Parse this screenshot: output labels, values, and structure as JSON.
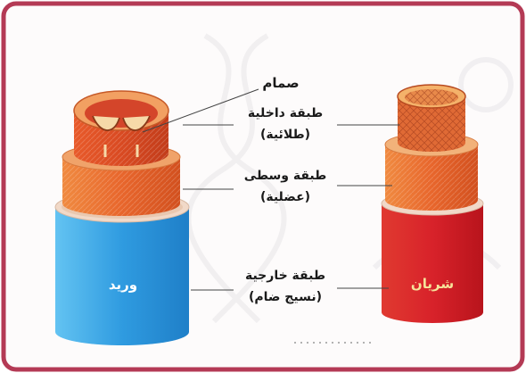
{
  "labels": {
    "valve": "صمام",
    "inner_layer": "طبقة داخلية",
    "inner_layer_sub": "(طلائية)",
    "middle_layer": "طبقة وسطى",
    "middle_layer_sub": "(عضلية)",
    "outer_layer": "طبقة خارجية",
    "outer_layer_sub": "(نسيج ضام)"
  },
  "vessels": {
    "vein": "وريد",
    "artery": "شريان"
  },
  "colors": {
    "frame": "#b43a55",
    "vein_outer": "#2f9be0",
    "artery_outer": "#d8222a",
    "muscle": "#e8662c",
    "intima": "#f2a062",
    "connective": "#f1d9c8"
  }
}
